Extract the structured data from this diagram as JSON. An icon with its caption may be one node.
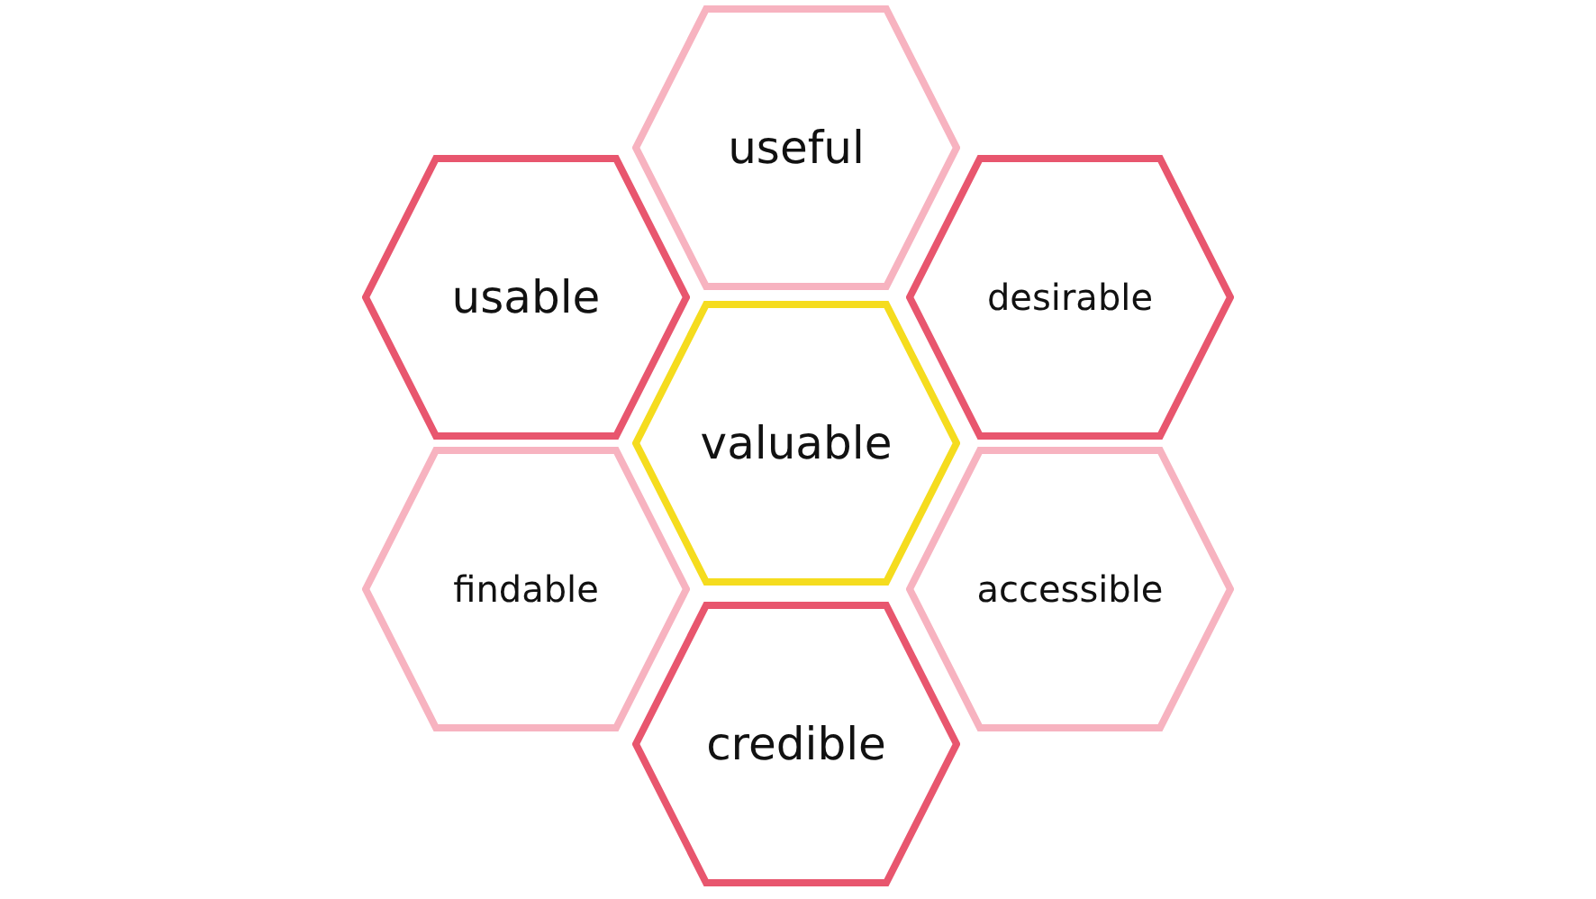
{
  "diagram": {
    "nodes": [
      {
        "text": [
          "useful"
        ]
      },
      {
        "text": [
          "usable"
        ]
      },
      {
        "text": [
          "desirable"
        ]
      },
      {
        "text": [
          "valuable"
        ]
      },
      {
        "text": [
          "findable"
        ]
      },
      {
        "text": [
          "accessible"
        ]
      },
      {
        "text": [
          "credible"
        ]
      }
    ]
  }
}
